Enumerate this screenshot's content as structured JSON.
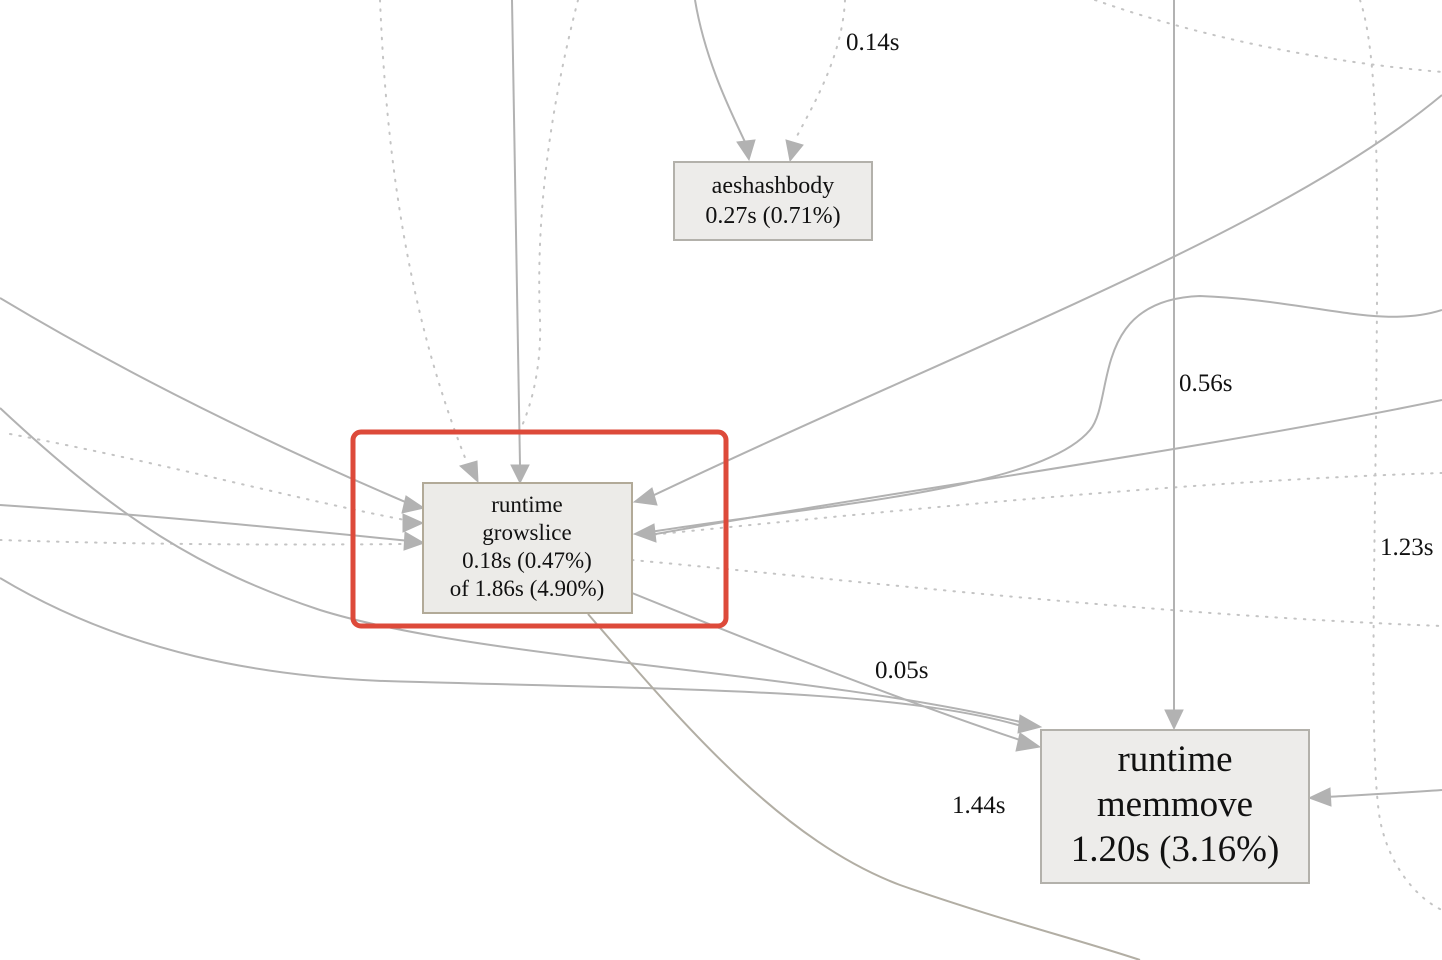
{
  "nodes": {
    "aeshashbody": {
      "lines": [
        "aeshashbody",
        "0.27s (0.71%)"
      ]
    },
    "growslice": {
      "lines": [
        "runtime",
        "growslice",
        "0.18s (0.47%)",
        "of 1.86s (4.90%)"
      ]
    },
    "memmove": {
      "lines": [
        "runtime",
        "memmove",
        "1.20s (3.16%)"
      ]
    }
  },
  "edge_labels": {
    "to_aeshash": "0.14s",
    "to_memmove_vertical": "0.56s",
    "right_dotted": "1.23s",
    "growslice_to_memmove": "0.05s",
    "memmove_incoming": "1.44s"
  },
  "colors": {
    "edge": "#b2b2b2",
    "node_fill": "#edecea",
    "node_border": "#b3b1ab",
    "highlight": "#dd4a3a"
  }
}
